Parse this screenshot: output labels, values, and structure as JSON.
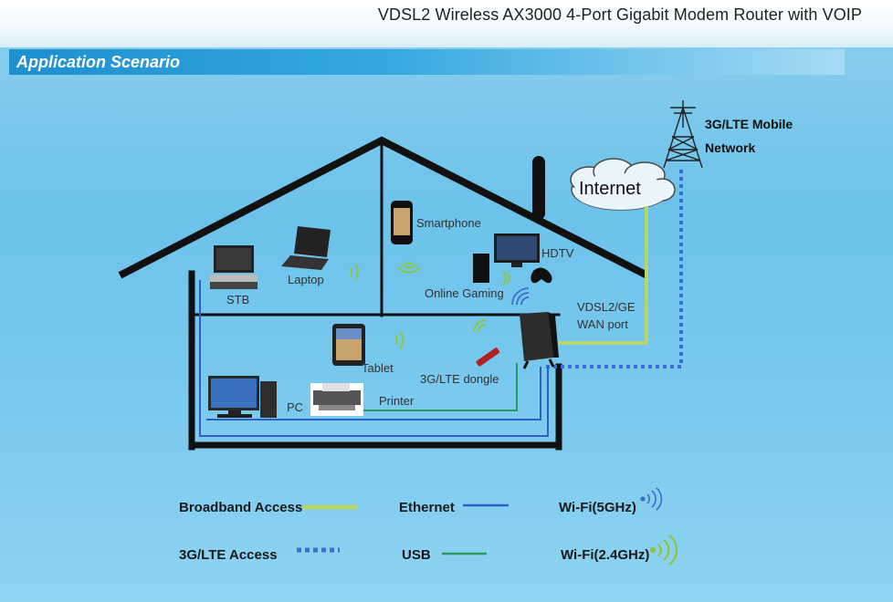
{
  "header": {
    "doc_title": "VDSL2 Wireless AX3000 4-Port Gigabit Modem Router with VOIP",
    "section_title": "Application Scenario"
  },
  "network": {
    "internet": "Internet",
    "mobile_network_line1": "3G/LTE Mobile",
    "mobile_network_line2": "Network",
    "wan_port_line1": "VDSL2/GE",
    "wan_port_line2": "WAN port"
  },
  "devices": {
    "smartphone": "Smartphone",
    "hdtv": "HDTV",
    "online_gaming": "Online Gaming",
    "laptop": "Laptop",
    "stb": "STB",
    "tablet": "Tablet",
    "dongle": "3G/LTE dongle",
    "pc": "PC",
    "printer": "Printer"
  },
  "legend": {
    "broadband": "Broadband Access",
    "ethernet": "Ethernet",
    "wifi5": "Wi-Fi(5GHz)",
    "lte": "3G/LTE Access",
    "usb": "USB",
    "wifi24": "Wi-Fi(2.4GHz)"
  },
  "colors": {
    "broadband": "#b6d56a",
    "ethernet": "#2d5fc4",
    "usb": "#2a9a64",
    "lte": "#3a6fd0",
    "wifi5": "#3a6fc9",
    "wifi24": "#8cc63f",
    "house": "#111111"
  }
}
